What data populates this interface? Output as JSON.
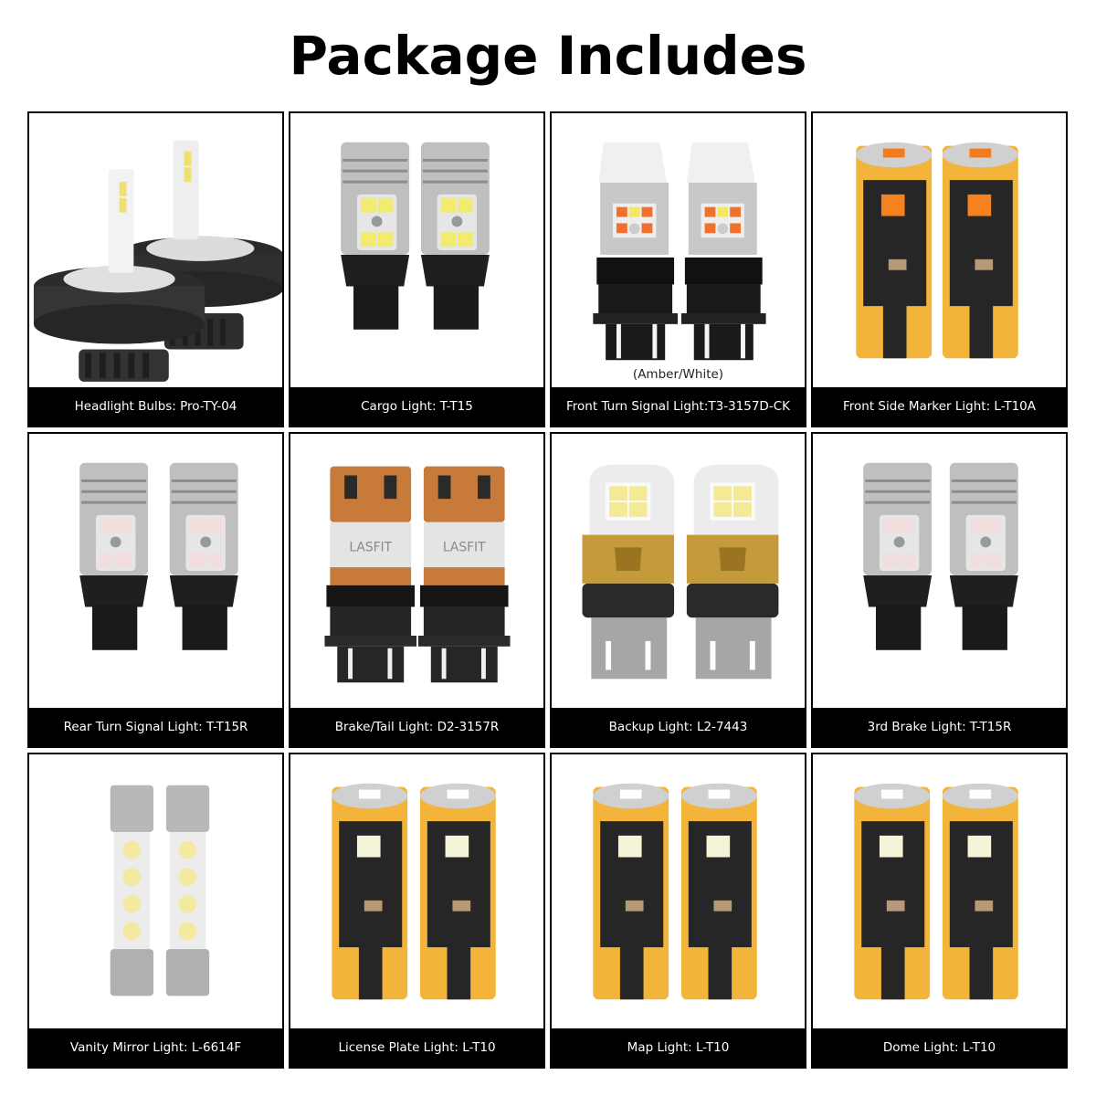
{
  "title": "Package Includes",
  "items": [
    {
      "label": "Headlight Bulbs: Pro-TY-04",
      "type": "headlight"
    },
    {
      "label": "Cargo Light: T-T15",
      "type": "t15-white"
    },
    {
      "label": "Front Turn Signal Light:T3-3157D-CK",
      "type": "3157-amberwhite",
      "note": "(Amber/White)"
    },
    {
      "label": "Front Side Marker Light: L-T10A",
      "type": "t10-amber"
    },
    {
      "label": "Rear Turn Signal Light: T-T15R",
      "type": "t15-red"
    },
    {
      "label": "Brake/Tail Light: D2-3157R",
      "type": "3157-copper",
      "brand": "LASFIT"
    },
    {
      "label": "Backup Light: L2-7443",
      "type": "7443-gold"
    },
    {
      "label": "3rd Brake Light: T-T15R",
      "type": "t15-red"
    },
    {
      "label": "Vanity Mirror Light: L-6614F",
      "type": "festoon"
    },
    {
      "label": "License Plate Light: L-T10",
      "type": "t10-white"
    },
    {
      "label": "Map Light: L-T10",
      "type": "t10-white"
    },
    {
      "label": "Dome Light: L-T10",
      "type": "t10-white"
    }
  ],
  "colors": {
    "caption_bg": "#000000",
    "caption_text": "#ffffff",
    "border": "#000000"
  }
}
